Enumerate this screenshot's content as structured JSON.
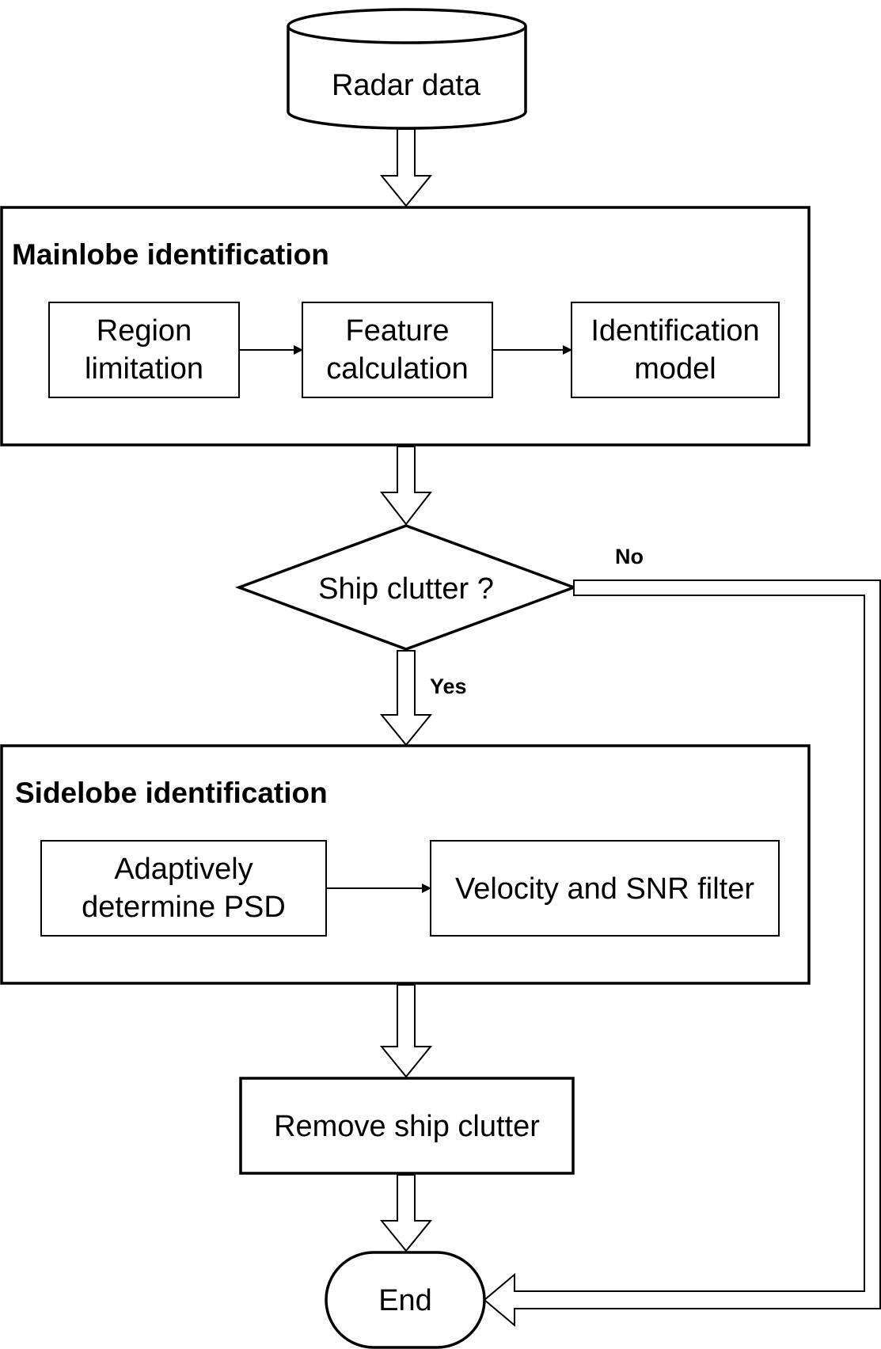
{
  "nodes": {
    "radar_data": "Radar data",
    "mainlobe_title": "Mainlobe identification",
    "region_limitation": [
      "Region",
      "limitation"
    ],
    "feature_calculation": [
      "Feature",
      "calculation"
    ],
    "identification_model": [
      "Identification",
      "model"
    ],
    "decision": "Ship clutter ?",
    "sidelobe_title": "Sidelobe identification",
    "adaptive_psd": [
      "Adaptively",
      "determine PSD"
    ],
    "velocity_snr": "Velocity and SNR filter",
    "remove": "Remove ship clutter",
    "end": "End"
  },
  "edges": {
    "no_label": "No",
    "yes_label": "Yes"
  }
}
